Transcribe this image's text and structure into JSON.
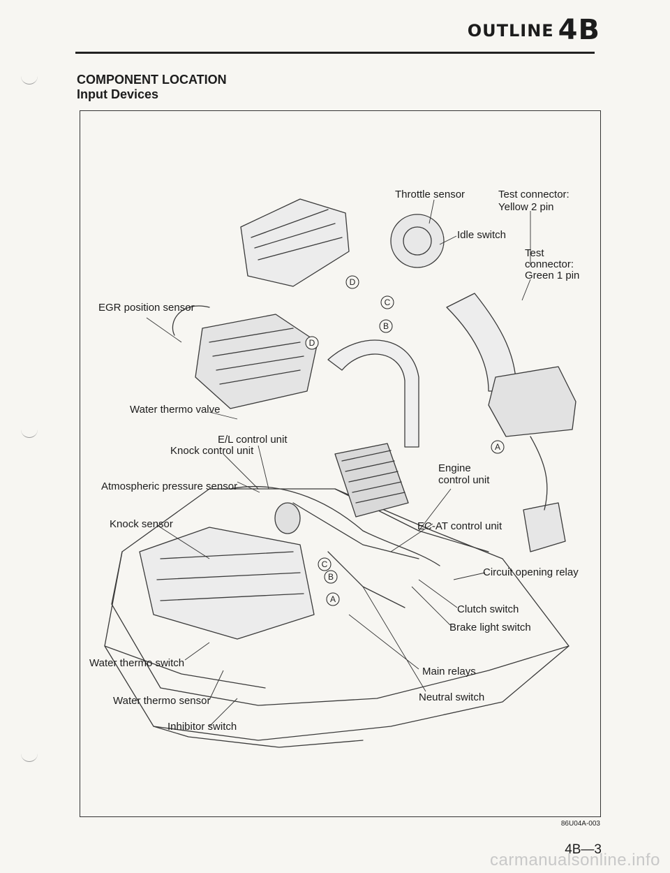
{
  "header": {
    "title": "OUTLINE",
    "section": "4B"
  },
  "heading": {
    "line1": "COMPONENT LOCATION",
    "line2": "Input Devices"
  },
  "figure": {
    "callouts": {
      "throttle_sensor": "Throttle sensor",
      "test_connector_yellow_1": "Test connector:",
      "test_connector_yellow_2": "Yellow 2 pin",
      "idle_switch": "Idle switch",
      "test_connector_green_1": "Test",
      "test_connector_green_2": "connector:",
      "test_connector_green_3": "Green 1 pin",
      "egr_position_sensor": "EGR position sensor",
      "water_thermo_valve": "Water thermo valve",
      "el_control_unit": "E/L control unit",
      "knock_control_unit": "Knock control unit",
      "engine_control_unit_1": "Engine",
      "engine_control_unit_2": "control unit",
      "atmospheric_pressure_sensor": "Atmospheric pressure sensor",
      "knock_sensor": "Knock sensor",
      "ec_at_control_unit": "EC-AT control unit",
      "circuit_opening_relay": "Circuit opening relay",
      "clutch_switch": "Clutch switch",
      "brake_light_switch": "Brake light switch",
      "water_thermo_switch": "Water thermo switch",
      "main_relays": "Main relays",
      "water_thermo_sensor": "Water thermo sensor",
      "neutral_switch": "Neutral switch",
      "inhibitor_switch": "Inhibitor switch"
    },
    "connector_markers": {
      "a": "A",
      "b": "B",
      "c": "C",
      "d": "D"
    },
    "code": "86U04A-003"
  },
  "page_number": "4B—3",
  "watermark": "carmanualsonline.info"
}
